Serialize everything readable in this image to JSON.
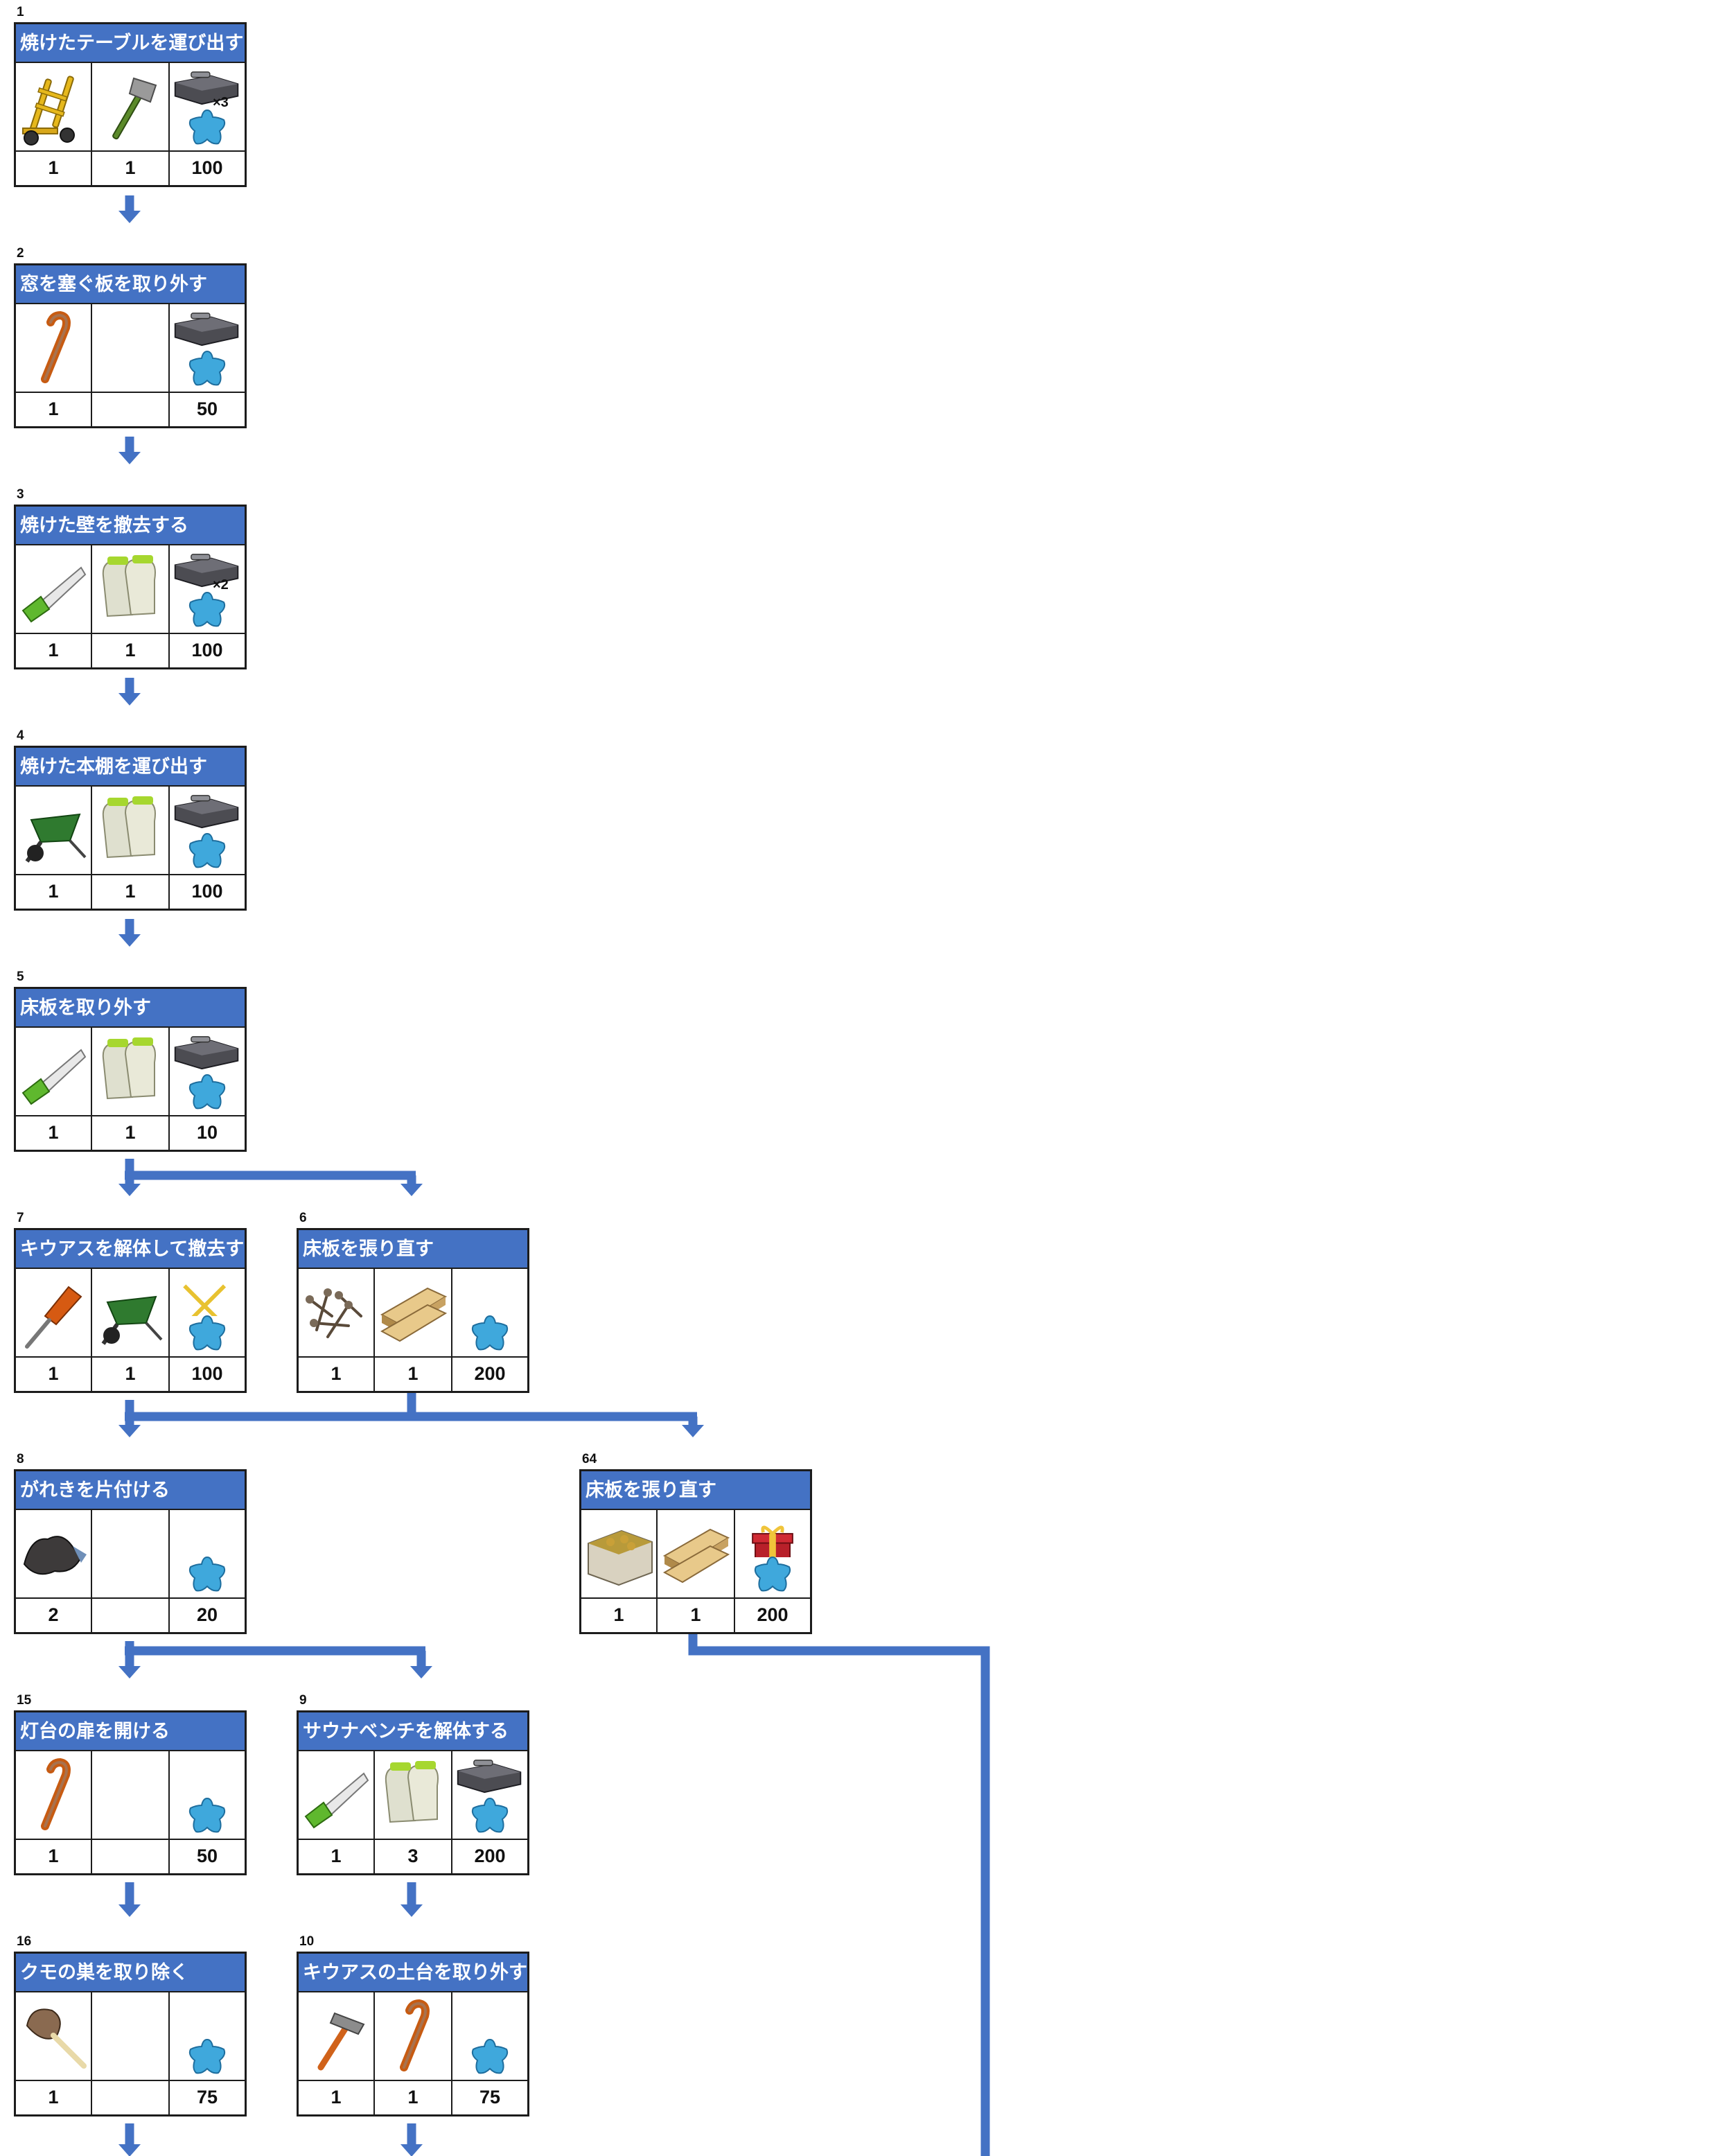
{
  "accent_color": "#4472c4",
  "connector_color": "#4472c4",
  "steps": [
    {
      "number": "1",
      "title": "焼けたテーブルを運び出す",
      "icons": [
        "hand-truck",
        "axe",
        "toolbox"
      ],
      "counts": [
        "1",
        "1",
        "100"
      ],
      "multiplier": "×3",
      "bonus": "star"
    },
    {
      "number": "2",
      "title": "窓を塞ぐ板を取り外す",
      "icons": [
        "crowbar",
        "",
        "toolbox"
      ],
      "counts": [
        "1",
        "",
        "50"
      ],
      "multiplier": "",
      "bonus": "star"
    },
    {
      "number": "3",
      "title": "焼けた壁を撤去する",
      "icons": [
        "saw",
        "gloves",
        "toolbox"
      ],
      "counts": [
        "1",
        "1",
        "100"
      ],
      "multiplier": "×2",
      "bonus": "star"
    },
    {
      "number": "4",
      "title": "焼けた本棚を運び出す",
      "icons": [
        "wheelbarrow",
        "gloves",
        "toolbox"
      ],
      "counts": [
        "1",
        "1",
        "100"
      ],
      "multiplier": "",
      "bonus": "star"
    },
    {
      "number": "5",
      "title": "床板を取り外す",
      "icons": [
        "saw",
        "gloves",
        "toolbox"
      ],
      "counts": [
        "1",
        "1",
        "10"
      ],
      "multiplier": "",
      "bonus": "star"
    },
    {
      "number": "7",
      "title": "キウアスを解体して撤去する",
      "icons": [
        "screwdriver",
        "wheelbarrow",
        "scissors"
      ],
      "counts": [
        "1",
        "1",
        "100"
      ],
      "multiplier": "",
      "bonus": "star"
    },
    {
      "number": "6",
      "title": "床板を張り直す",
      "icons": [
        "nails",
        "planks",
        ""
      ],
      "counts": [
        "1",
        "1",
        "200"
      ],
      "multiplier": "",
      "bonus": "star"
    },
    {
      "number": "8",
      "title": "がれきを片付ける",
      "icons": [
        "debris",
        "",
        ""
      ],
      "counts": [
        "2",
        "",
        "20"
      ],
      "multiplier": "",
      "bonus": "star"
    },
    {
      "number": "64",
      "title": "床板を張り直す",
      "icons": [
        "nail-box",
        "planks",
        "gift"
      ],
      "counts": [
        "1",
        "1",
        "200"
      ],
      "multiplier": "",
      "bonus": "star"
    },
    {
      "number": "15",
      "title": "灯台の扉を開ける",
      "icons": [
        "crowbar",
        "",
        ""
      ],
      "counts": [
        "1",
        "",
        "50"
      ],
      "multiplier": "",
      "bonus": "star"
    },
    {
      "number": "9",
      "title": "サウナベンチを解体する",
      "icons": [
        "saw",
        "gloves",
        "toolbox"
      ],
      "counts": [
        "1",
        "3",
        "200"
      ],
      "multiplier": "",
      "bonus": "star"
    },
    {
      "number": "16",
      "title": "クモの巣を取り除く",
      "icons": [
        "feather-duster",
        "",
        ""
      ],
      "counts": [
        "1",
        "",
        "75"
      ],
      "multiplier": "",
      "bonus": "star"
    },
    {
      "number": "10",
      "title": "キウアスの土台を取り外す",
      "icons": [
        "hammer",
        "crowbar",
        ""
      ],
      "counts": [
        "1",
        "1",
        "75"
      ],
      "multiplier": "",
      "bonus": "star"
    }
  ]
}
